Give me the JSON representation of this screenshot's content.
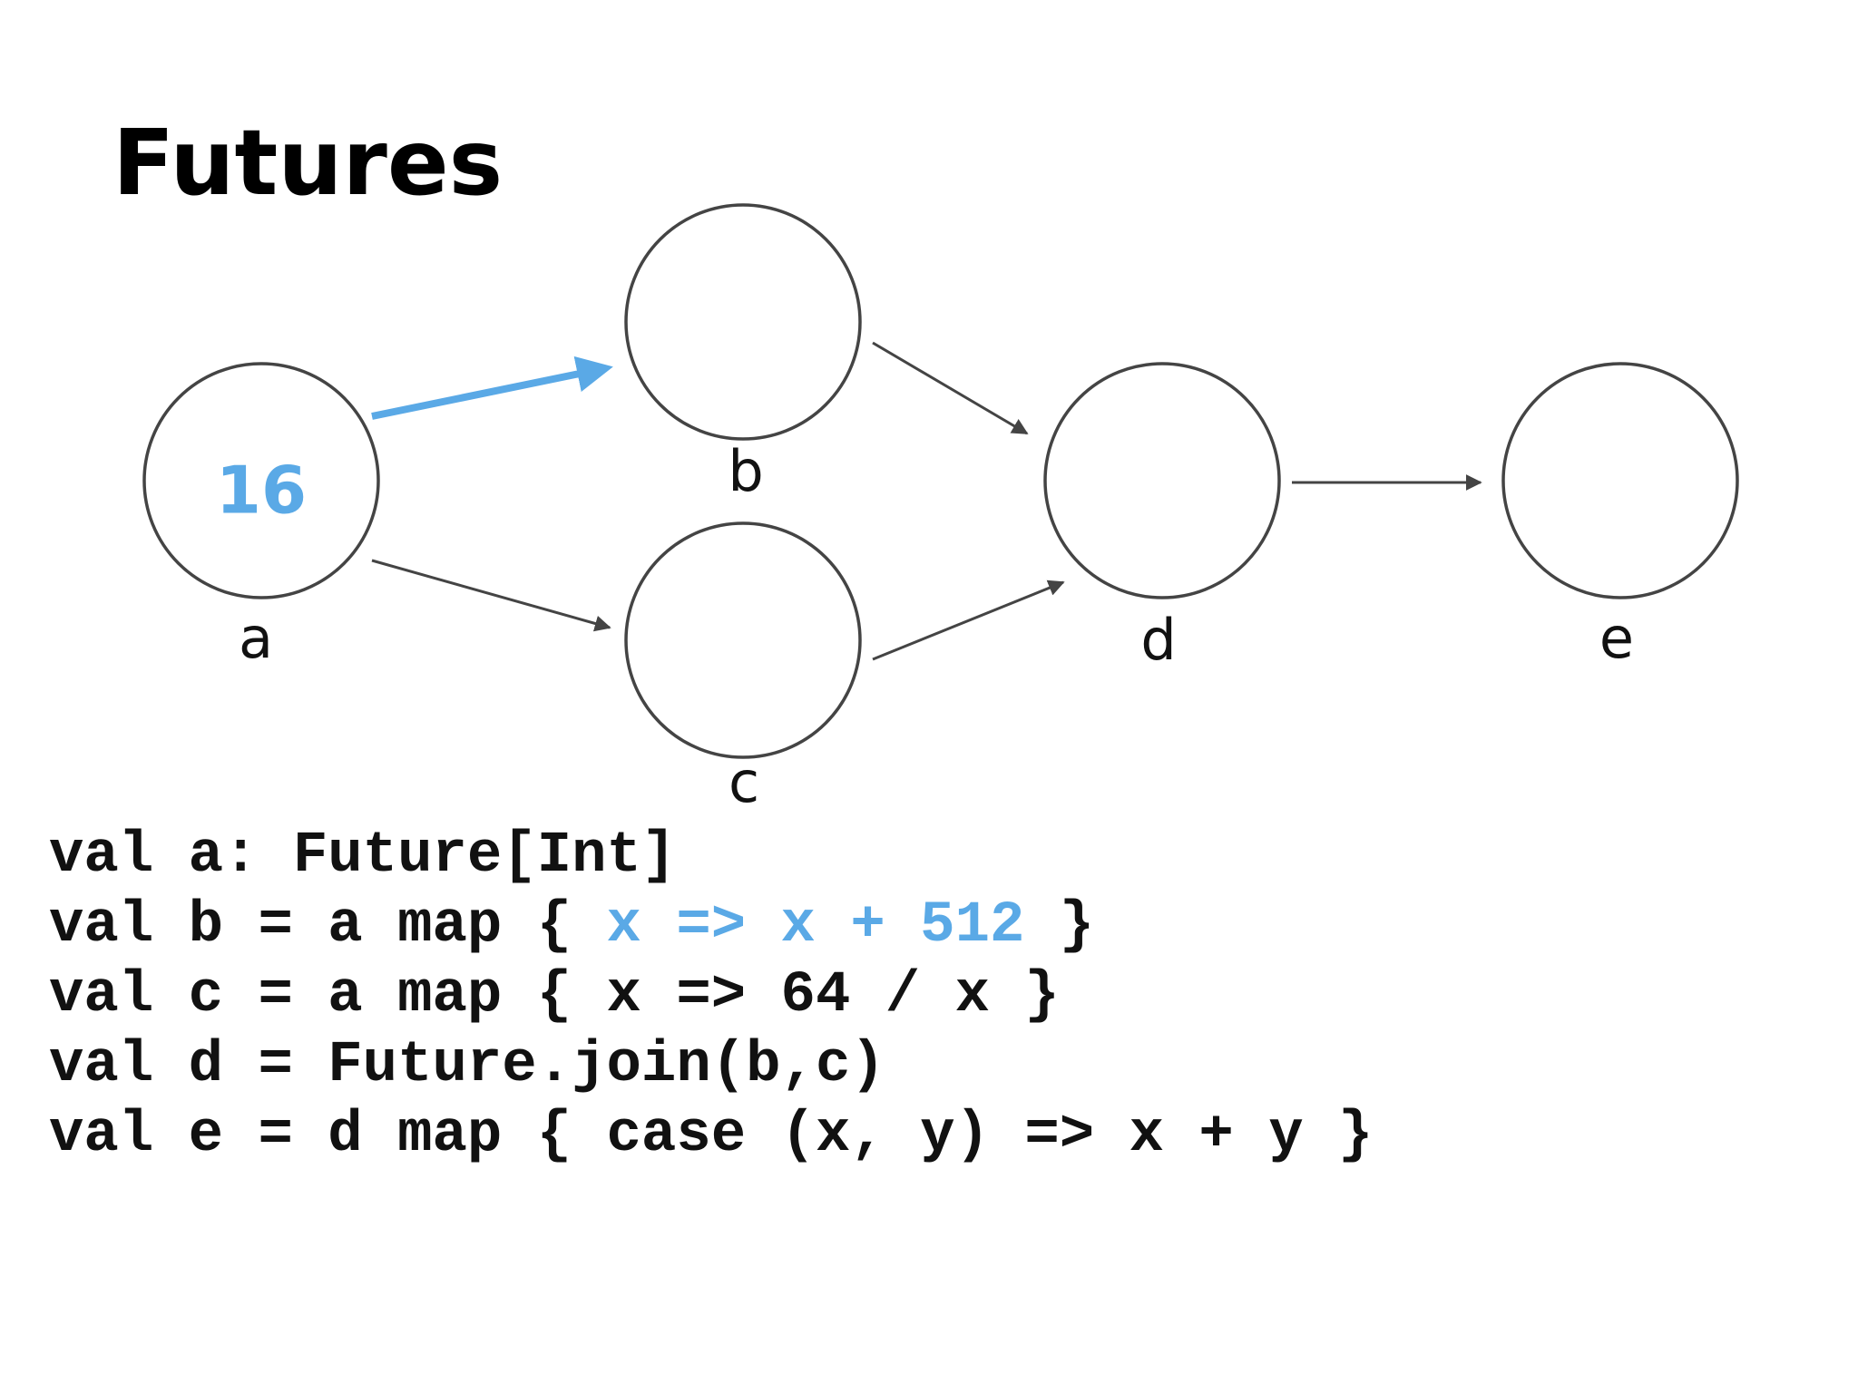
{
  "title": "Futures",
  "colors": {
    "highlight": "#5aa9e6",
    "stroke": "#444444",
    "text": "#111111"
  },
  "nodes": [
    {
      "id": "a",
      "label": "a",
      "value": "16"
    },
    {
      "id": "b",
      "label": "b"
    },
    {
      "id": "c",
      "label": "c"
    },
    {
      "id": "d",
      "label": "d"
    },
    {
      "id": "e",
      "label": "e"
    }
  ],
  "edges": [
    {
      "from": "a",
      "to": "b",
      "highlighted": true
    },
    {
      "from": "a",
      "to": "c",
      "highlighted": false
    },
    {
      "from": "b",
      "to": "d",
      "highlighted": false
    },
    {
      "from": "c",
      "to": "d",
      "highlighted": false
    },
    {
      "from": "d",
      "to": "e",
      "highlighted": false
    }
  ],
  "code": {
    "line1": "val a: Future[Int]",
    "line2_pre": "val b = a map { ",
    "line2_hl": "x => x + 512",
    "line2_post": " }",
    "line3": "val c = a map { x => 64 / x }",
    "line4": "val d = Future.join(b,c)",
    "line5": "val e = d map { case (x, y) => x + y }"
  }
}
